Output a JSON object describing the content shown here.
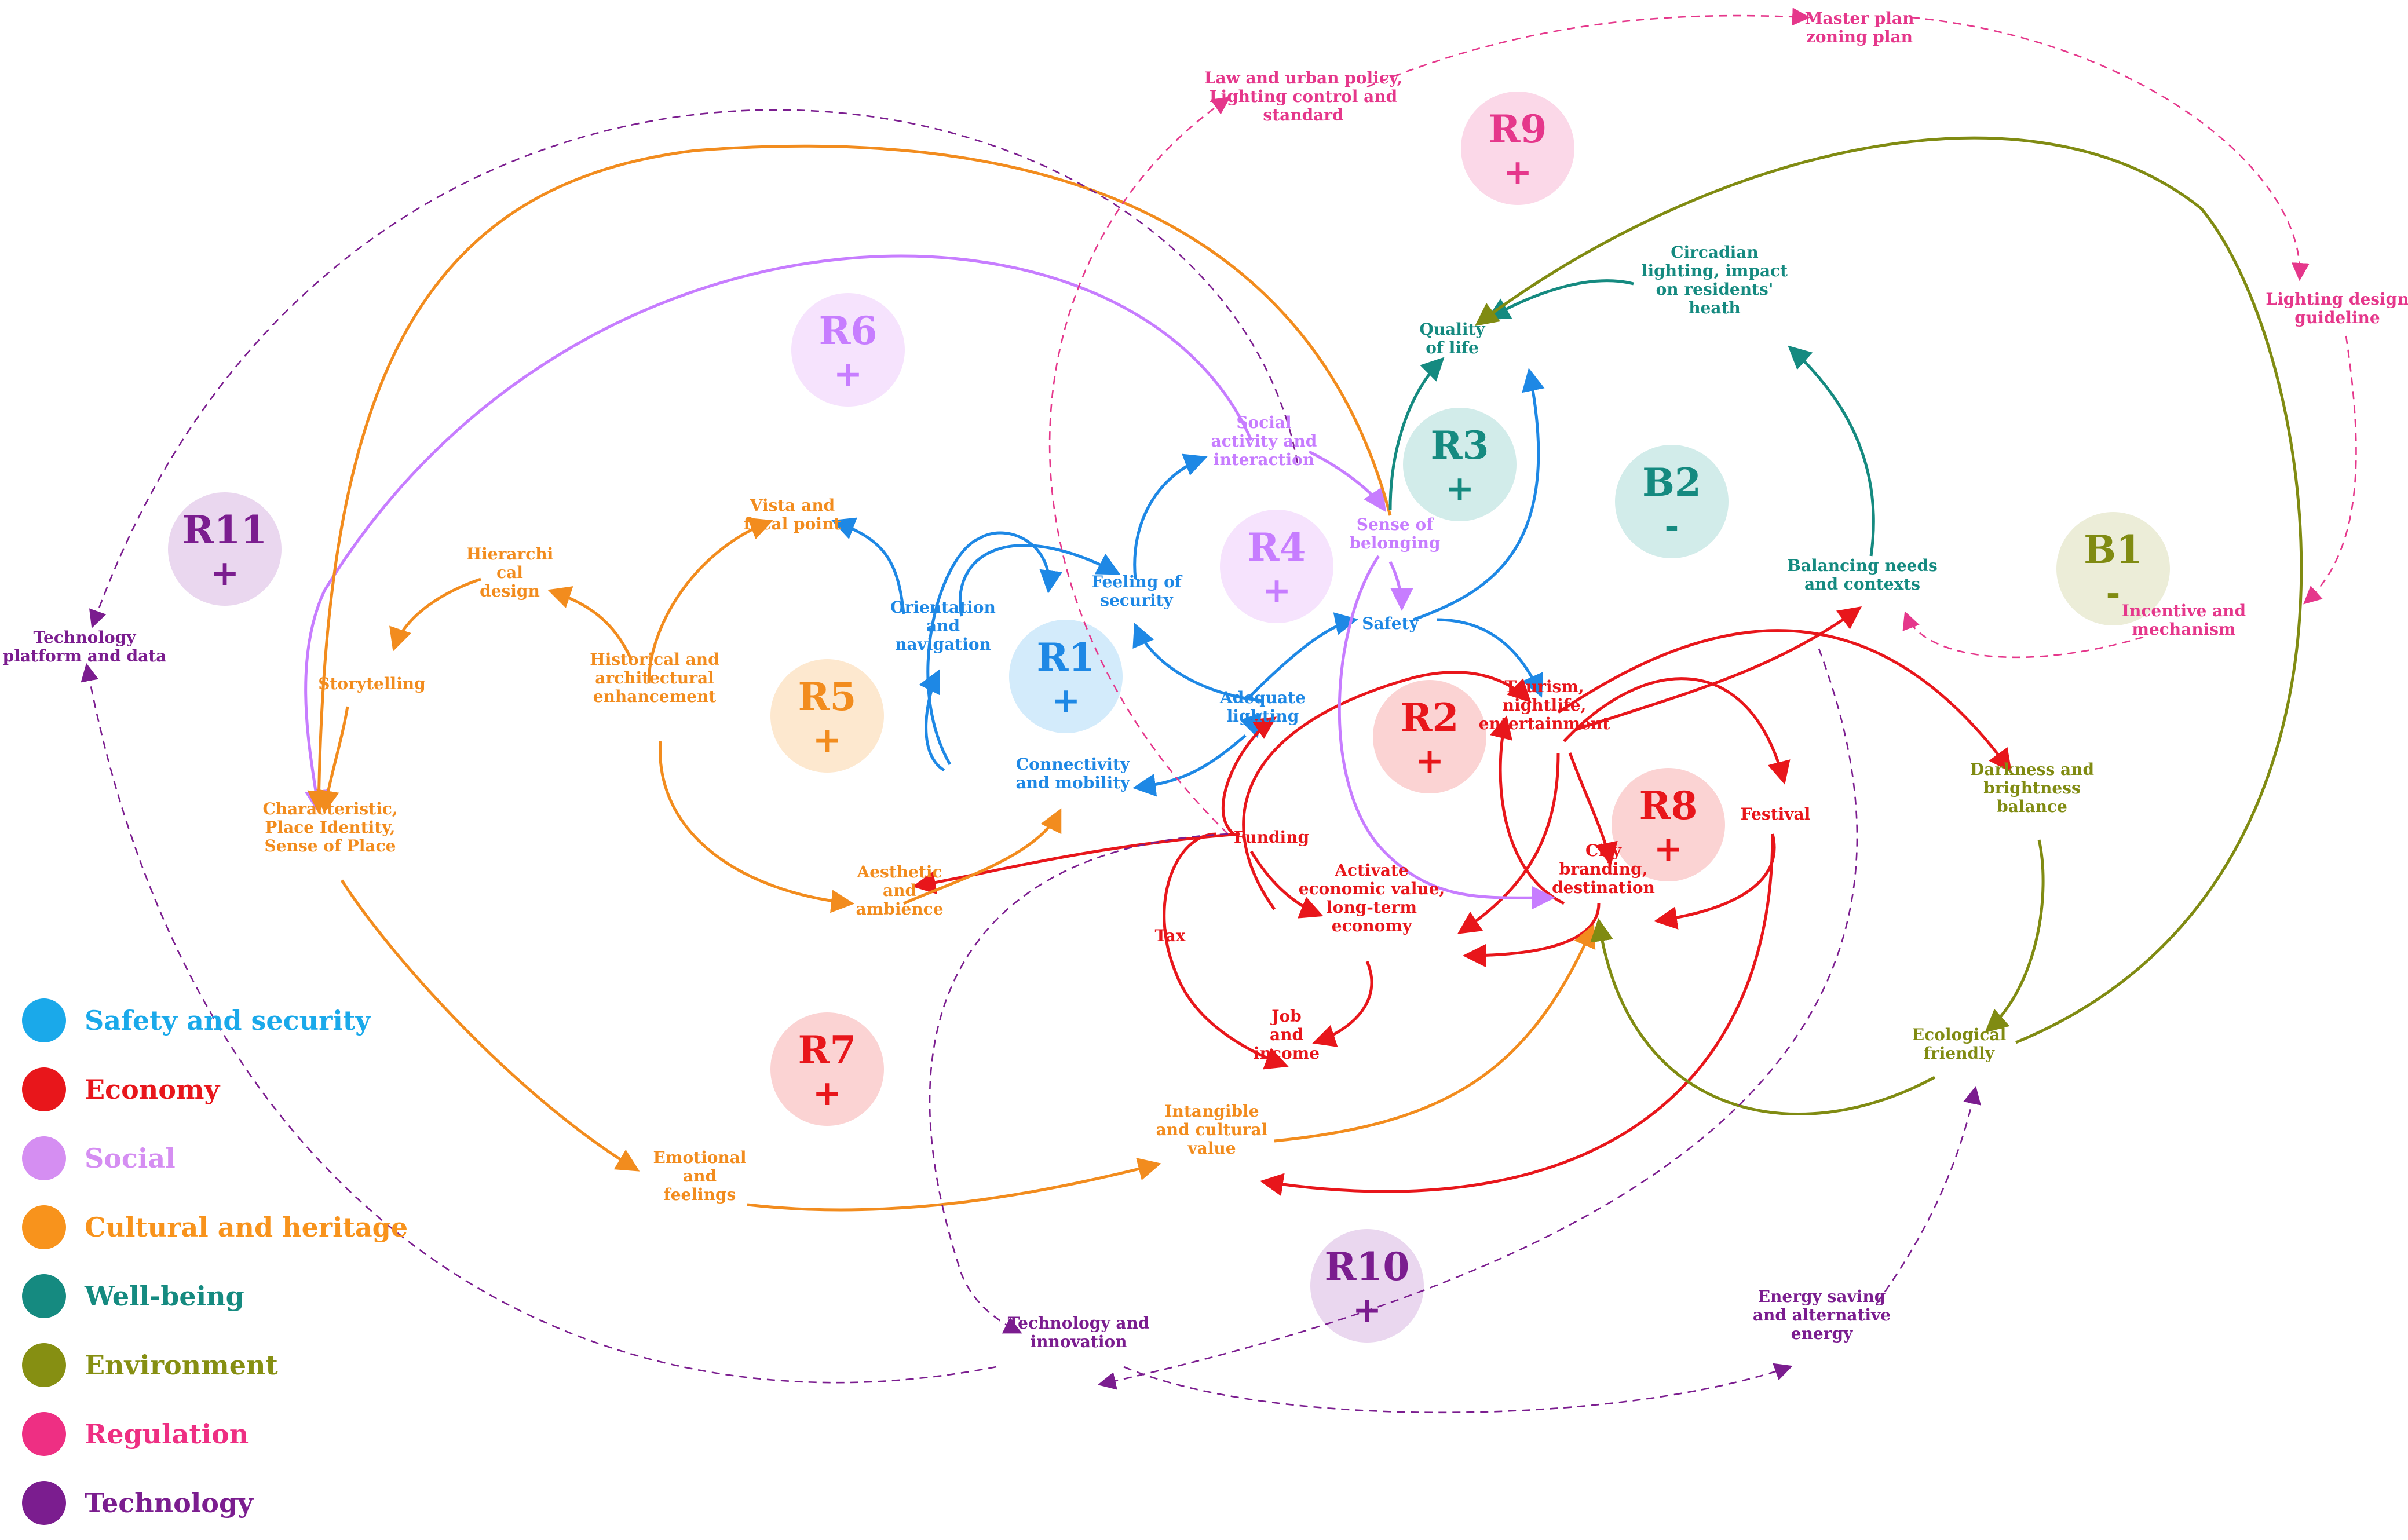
{
  "colors": {
    "safety": "#1e88e5",
    "economy": "#e8161b",
    "social": "#c77dff",
    "cultural": "#f28c1e",
    "wellbeing": "#158a80",
    "environment": "#808b12",
    "regulation": "#e5378b",
    "technology": "#7b1d8f"
  },
  "legend": [
    {
      "label": "Safety and security",
      "color": "#1aa9ea"
    },
    {
      "label": "Economy",
      "color": "#e8161b"
    },
    {
      "label": "Social",
      "color": "#d58ef2"
    },
    {
      "label": "Cultural and heritage",
      "color": "#f8931c"
    },
    {
      "label": "Well-being",
      "color": "#158a80"
    },
    {
      "label": "Environment",
      "color": "#868f12"
    },
    {
      "label": "Regulation",
      "color": "#ee2f83"
    },
    {
      "label": "Technology",
      "color": "#7b1d8f"
    }
  ],
  "loops": [
    {
      "id": "R1",
      "sign": "+",
      "color": "#1e88e5",
      "fill": "#d3ebfb"
    },
    {
      "id": "R2",
      "sign": "+",
      "color": "#e8161b",
      "fill": "#fbd3d3"
    },
    {
      "id": "R3",
      "sign": "+",
      "color": "#158a80",
      "fill": "#d2ecea"
    },
    {
      "id": "R4",
      "sign": "+",
      "color": "#c77dff",
      "fill": "#f6e3fd"
    },
    {
      "id": "R5",
      "sign": "+",
      "color": "#f28c1e",
      "fill": "#fde8cf"
    },
    {
      "id": "R6",
      "sign": "+",
      "color": "#c77dff",
      "fill": "#f6e3fd"
    },
    {
      "id": "R7",
      "sign": "+",
      "color": "#e8161b",
      "fill": "#fbd3d3"
    },
    {
      "id": "R8",
      "sign": "+",
      "color": "#e8161b",
      "fill": "#fbd3d3"
    },
    {
      "id": "R9",
      "sign": "+",
      "color": "#e5378b",
      "fill": "#fbd8e8"
    },
    {
      "id": "R10",
      "sign": "+",
      "color": "#7b1d8f",
      "fill": "#ead7ef"
    },
    {
      "id": "R11",
      "sign": "+",
      "color": "#7b1d8f",
      "fill": "#ead7ef"
    },
    {
      "id": "B1",
      "sign": "-",
      "color": "#808b12",
      "fill": "#ecedd8"
    },
    {
      "id": "B2",
      "sign": "-",
      "color": "#158a80",
      "fill": "#d2ecea"
    }
  ],
  "nodes": {
    "master_plan": {
      "lines": [
        "Master plan",
        "zoning plan"
      ],
      "color": "#e5378b"
    },
    "law_policy": {
      "lines": [
        "Law and urban policy,",
        "Lighting control and",
        "standard"
      ],
      "color": "#e5378b"
    },
    "lighting_guideline": {
      "lines": [
        "Lighting design",
        "guideline"
      ],
      "color": "#e5378b"
    },
    "incentive": {
      "lines": [
        "Incentive and",
        "mechanism"
      ],
      "color": "#e5378b"
    },
    "quality_of_life": {
      "lines": [
        "Quality",
        "of life"
      ],
      "color": "#158a80"
    },
    "circadian": {
      "lines": [
        "Circadian",
        "lighting, impact",
        "on residents'",
        "heath"
      ],
      "color": "#158a80"
    },
    "balancing": {
      "lines": [
        "Balancing needs",
        "and contexts"
      ],
      "color": "#158a80"
    },
    "social_activity": {
      "lines": [
        "Social",
        "activity and",
        "interaction"
      ],
      "color": "#c77dff"
    },
    "sense_belonging": {
      "lines": [
        "Sense of",
        "belonging"
      ],
      "color": "#c77dff"
    },
    "safety": {
      "lines": [
        "Safety"
      ],
      "color": "#1e88e5"
    },
    "feeling_security": {
      "lines": [
        "Feeling of",
        "security"
      ],
      "color": "#1e88e5"
    },
    "orientation": {
      "lines": [
        "Orientation",
        "and",
        "navigation"
      ],
      "color": "#1e88e5"
    },
    "adequate_lighting": {
      "lines": [
        "Adequate",
        "lighting"
      ],
      "color": "#1e88e5"
    },
    "connectivity": {
      "lines": [
        "Connectivity",
        "and mobility"
      ],
      "color": "#1e88e5"
    },
    "vista": {
      "lines": [
        "Vista and",
        "focal point"
      ],
      "color": "#f28c1e"
    },
    "hierarchical": {
      "lines": [
        "Hierarchi",
        "cal",
        "design"
      ],
      "color": "#f28c1e"
    },
    "storytelling": {
      "lines": [
        "Storytelling"
      ],
      "color": "#f28c1e"
    },
    "historical": {
      "lines": [
        "Historical and",
        "architectural",
        "enhancement"
      ],
      "color": "#f28c1e"
    },
    "characteristic": {
      "lines": [
        "Characteristic,",
        "Place Identity,",
        "Sense of Place"
      ],
      "color": "#f28c1e"
    },
    "aesthetic": {
      "lines": [
        "Aesthetic",
        "and",
        "ambience"
      ],
      "color": "#f28c1e"
    },
    "emotional": {
      "lines": [
        "Emotional",
        "and",
        "feelings"
      ],
      "color": "#f28c1e"
    },
    "intangible": {
      "lines": [
        "Intangible",
        "and cultural",
        "value"
      ],
      "color": "#f28c1e"
    },
    "tourism": {
      "lines": [
        "Tourism,",
        "nightlife,",
        "entertainment"
      ],
      "color": "#e8161b"
    },
    "festival": {
      "lines": [
        "Festival"
      ],
      "color": "#e8161b"
    },
    "funding": {
      "lines": [
        "Funding"
      ],
      "color": "#e8161b"
    },
    "tax": {
      "lines": [
        "Tax"
      ],
      "color": "#e8161b"
    },
    "activate": {
      "lines": [
        "Activate",
        "economic value,",
        "long-term",
        "economy"
      ],
      "color": "#e8161b"
    },
    "job": {
      "lines": [
        "Job",
        "and",
        "income"
      ],
      "color": "#e8161b"
    },
    "city_branding": {
      "lines": [
        "City",
        "branding,",
        "destination"
      ],
      "color": "#e8161b"
    },
    "darkness": {
      "lines": [
        "Darkness and",
        "brightness",
        "balance"
      ],
      "color": "#808b12"
    },
    "ecological": {
      "lines": [
        "Ecological",
        "friendly"
      ],
      "color": "#808b12"
    },
    "tech_platform": {
      "lines": [
        "Technology",
        "platform and data"
      ],
      "color": "#7b1d8f"
    },
    "tech_innovation": {
      "lines": [
        "Technology and",
        "innovation"
      ],
      "color": "#7b1d8f"
    },
    "energy_saving": {
      "lines": [
        "Energy saving",
        "and alternative",
        "energy"
      ],
      "color": "#7b1d8f"
    }
  }
}
